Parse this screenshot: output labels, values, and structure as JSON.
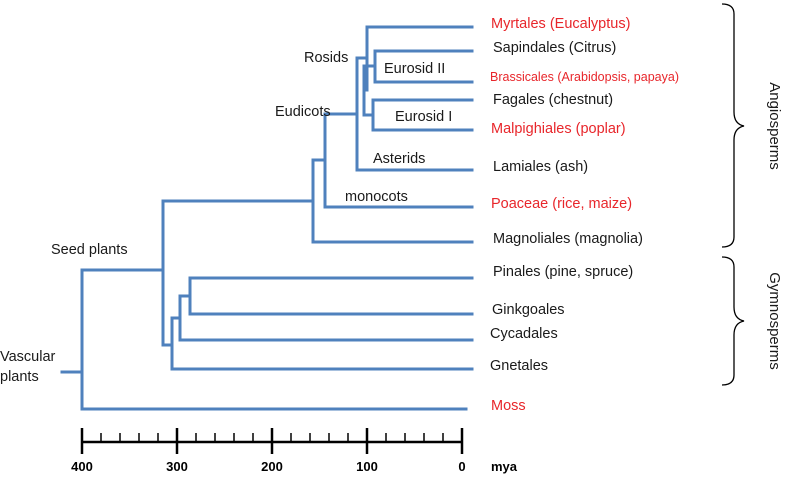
{
  "colors": {
    "branch": "#4f81bd",
    "highlight": "#e8262b",
    "text": "#1a1a1a"
  },
  "taxa": [
    {
      "label": "Myrtales (Eucalyptus)",
      "highlight": true
    },
    {
      "label": "Sapindales (Citrus)",
      "highlight": false
    },
    {
      "label": "Brassicales (Arabidopsis, papaya)",
      "highlight": true
    },
    {
      "label": "Fagales (chestnut)",
      "highlight": false
    },
    {
      "label": "Malpighiales (poplar)",
      "highlight": true
    },
    {
      "label": "Lamiales (ash)",
      "highlight": false
    },
    {
      "label": "Poaceae (rice, maize)",
      "highlight": true
    },
    {
      "label": "Magnoliales (magnolia)",
      "highlight": false
    },
    {
      "label": "Pinales (pine, spruce)",
      "highlight": false
    },
    {
      "label": "Ginkgoales",
      "highlight": false
    },
    {
      "label": "Cycadales",
      "highlight": false
    },
    {
      "label": "Gnetales",
      "highlight": false
    },
    {
      "label": "Moss",
      "highlight": true
    }
  ],
  "clades": {
    "rosids": "Rosids",
    "eurosid_ii": "Eurosid II",
    "eurosid_i": "Eurosid I",
    "eudicots": "Eudicots",
    "asterids": "Asterids",
    "monocots": "monocots",
    "seed_plants": "Seed plants",
    "vascular_1": "Vascular",
    "vascular_2": "plants"
  },
  "groups": {
    "angiosperms": "Angiosperms",
    "gymnosperms": "Gymnosperms"
  },
  "axis": {
    "ticks": [
      "400",
      "300",
      "200",
      "100",
      "0"
    ],
    "unit": "mya",
    "range_mya": [
      400,
      0
    ],
    "major_step_mya": 100,
    "minor_step_mya": 20
  }
}
